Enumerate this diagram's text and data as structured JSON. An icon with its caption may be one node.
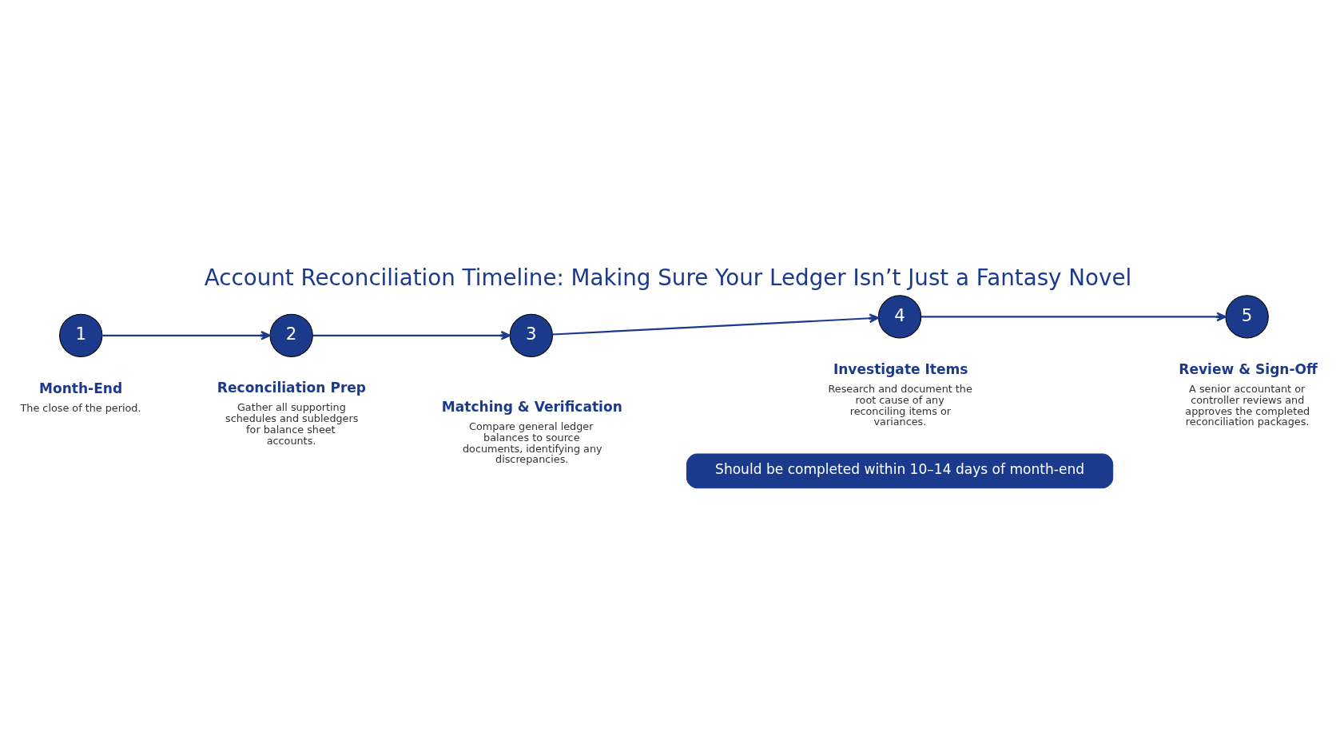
{
  "diagram": {
    "title": "Account Reconciliation Timeline: Making Sure Your Ledger Isn’t Just a Fantasy Novel",
    "nodes": [
      {
        "text": [
          "1"
        ],
        "beside": [
          "Month-End",
          "The close of the period."
        ]
      },
      {
        "text": [
          "2"
        ],
        "beside": [
          "Reconciliation Prep",
          "Gather all supporting schedules and subledgers for balance sheet accounts."
        ]
      },
      {
        "text": [
          "3"
        ],
        "beside": [
          "Matching & Verification",
          "Compare general ledger balances to source documents, identifying any discrepancies."
        ]
      },
      {
        "text": [
          "4"
        ],
        "beside": [
          "Investigate Items",
          "Research and document the root cause of any reconciling items or variances."
        ]
      },
      {
        "text": [
          "5"
        ],
        "beside": [
          "Review & Sign-Off",
          "A senior accountant or controller reviews and approves the completed reconciliation packages."
        ]
      }
    ],
    "edges": [
      {
        "from": 0,
        "to": 1,
        "arrow": "to"
      },
      {
        "from": 1,
        "to": 2,
        "arrow": "to"
      },
      {
        "from": 2,
        "to": 3,
        "arrow": "to"
      },
      {
        "from": 3,
        "to": 4,
        "arrow": "to"
      }
    ],
    "labels": [
      "Should be completed within 10–14 days of month-end"
    ]
  }
}
